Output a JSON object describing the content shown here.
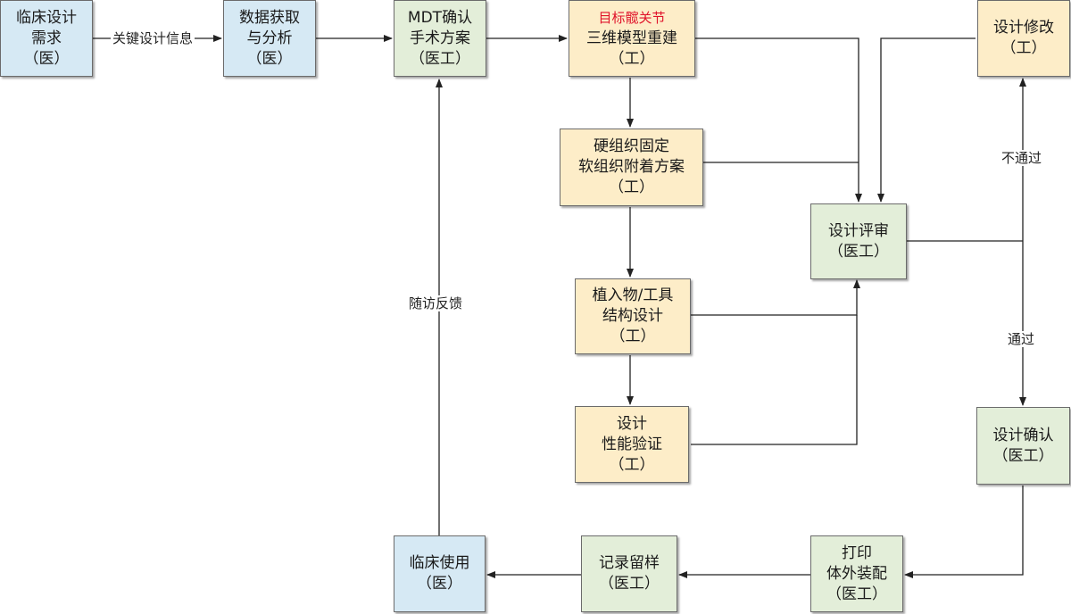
{
  "nodes": {
    "clinical_need": {
      "lines": [
        "临床设计",
        "需求",
        "（医）"
      ]
    },
    "data_analysis": {
      "lines": [
        "数据获取",
        "与分析",
        "（医）"
      ]
    },
    "mdt": {
      "lines": [
        "MDT确认",
        "手术方案",
        "（医工）"
      ]
    },
    "reconstruct": {
      "highlight": "目标髋关节",
      "lines": [
        "三维模型重建",
        "（工）"
      ]
    },
    "design_modify": {
      "lines": [
        "设计修改",
        "（工）"
      ]
    },
    "tissue_plan": {
      "lines": [
        "硬组织固定",
        "软组织附着方案",
        "（工）"
      ]
    },
    "design_review": {
      "lines": [
        "设计评审",
        "（医工）"
      ]
    },
    "implant_design": {
      "lines": [
        "植入物/工具",
        "结构设计",
        "（工）"
      ]
    },
    "performance": {
      "lines": [
        "设计",
        "性能验证",
        "（工）"
      ]
    },
    "design_confirm": {
      "lines": [
        "设计确认",
        "（医工）"
      ]
    },
    "print_assembly": {
      "lines": [
        "打印",
        "体外装配",
        "（医工）"
      ]
    },
    "record_sample": {
      "lines": [
        "记录留样",
        "（医工）"
      ]
    },
    "clinical_use": {
      "lines": [
        "临床使用",
        "（医）"
      ]
    }
  },
  "edge_labels": {
    "key_info": "关键设计信息",
    "followup": "随访反馈",
    "fail": "不通过",
    "pass": "通过"
  },
  "colors": {
    "clinic_fill": "#d6e9f4",
    "joint_fill": "#e3eed9",
    "engineering_fill": "#fdedc8",
    "highlight_text": "#e0142b",
    "line": "#222222"
  }
}
